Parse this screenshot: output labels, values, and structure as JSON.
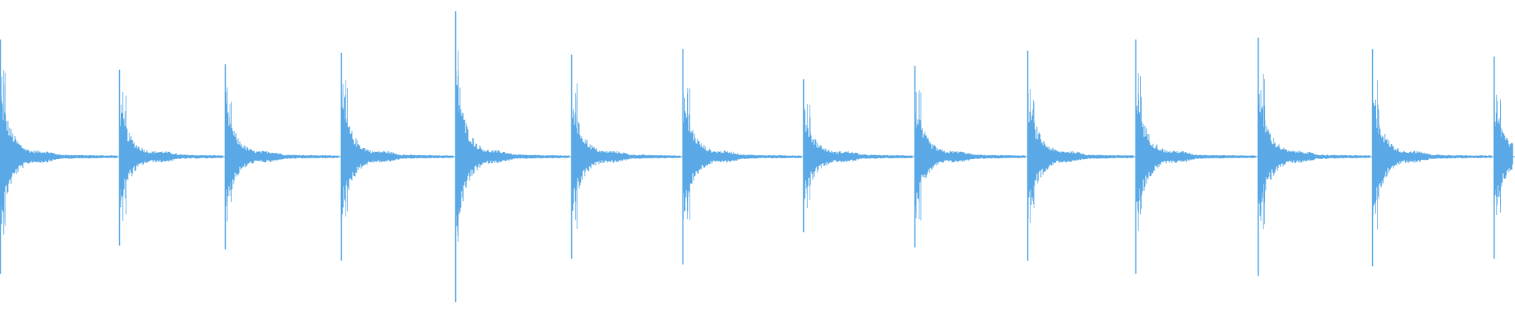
{
  "waveform": {
    "color": "#5aa9e6",
    "background": "#ffffff",
    "baseline_value": 0,
    "amplitude_range": [
      -1,
      1
    ],
    "duration_units": 1920,
    "transients": [
      {
        "t": 0,
        "peak_pos": 0.62,
        "peak_neg": 0.62
      },
      {
        "t": 151,
        "peak_pos": 0.46,
        "peak_neg": 0.47
      },
      {
        "t": 285,
        "peak_pos": 0.49,
        "peak_neg": 0.49
      },
      {
        "t": 432,
        "peak_pos": 0.55,
        "peak_neg": 0.55
      },
      {
        "t": 577,
        "peak_pos": 0.77,
        "peak_neg": 0.77
      },
      {
        "t": 724,
        "peak_pos": 0.54,
        "peak_neg": 0.54
      },
      {
        "t": 865,
        "peak_pos": 0.57,
        "peak_neg": 0.57
      },
      {
        "t": 1018,
        "peak_pos": 0.41,
        "peak_neg": 0.4
      },
      {
        "t": 1159,
        "peak_pos": 0.48,
        "peak_neg": 0.48
      },
      {
        "t": 1302,
        "peak_pos": 0.56,
        "peak_neg": 0.55
      },
      {
        "t": 1439,
        "peak_pos": 0.62,
        "peak_neg": 0.62
      },
      {
        "t": 1594,
        "peak_pos": 0.63,
        "peak_neg": 0.63
      },
      {
        "t": 1739,
        "peak_pos": 0.57,
        "peak_neg": 0.58
      },
      {
        "t": 1893,
        "peak_pos": 0.53,
        "peak_neg": 0.54
      }
    ]
  }
}
